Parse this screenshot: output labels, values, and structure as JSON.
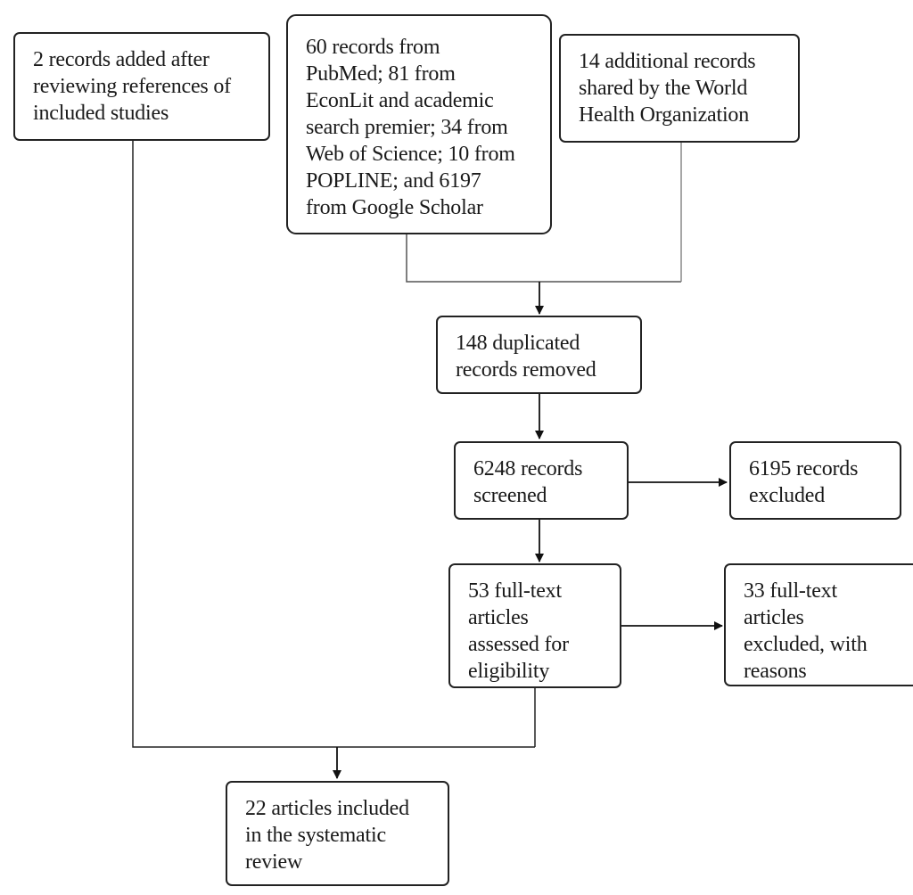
{
  "diagram": {
    "type": "flowchart",
    "nodes": {
      "extra_refs": "2 records added after\nreviewing references of\nincluded studies",
      "databases": "60 records from\nPubMed; 81 from\nEconLit and academic\nsearch premier; 34 from\nWeb of Science; 10 from\nPOPLINE;  and 6197\nfrom Google Scholar",
      "who_records": "14 additional records\nshared by the World\nHealth Organization",
      "duplicates": "148 duplicated\nrecords removed",
      "screened": "6248 records\nscreened",
      "excluded": "6195 records\nexcluded",
      "fulltext": "53 full-text\narticles\nassessed for\neligibility",
      "fulltext_excluded": "33 full-text\narticles\nexcluded, with\nreasons",
      "included": "22 articles included\nin the systematic\nreview"
    },
    "edges": [
      {
        "from": "databases",
        "to": "duplicates"
      },
      {
        "from": "who_records",
        "to": "duplicates"
      },
      {
        "from": "duplicates",
        "to": "screened"
      },
      {
        "from": "screened",
        "to": "excluded"
      },
      {
        "from": "screened",
        "to": "fulltext"
      },
      {
        "from": "fulltext",
        "to": "fulltext_excluded"
      },
      {
        "from": "fulltext",
        "to": "included"
      },
      {
        "from": "extra_refs",
        "to": "included"
      }
    ]
  }
}
